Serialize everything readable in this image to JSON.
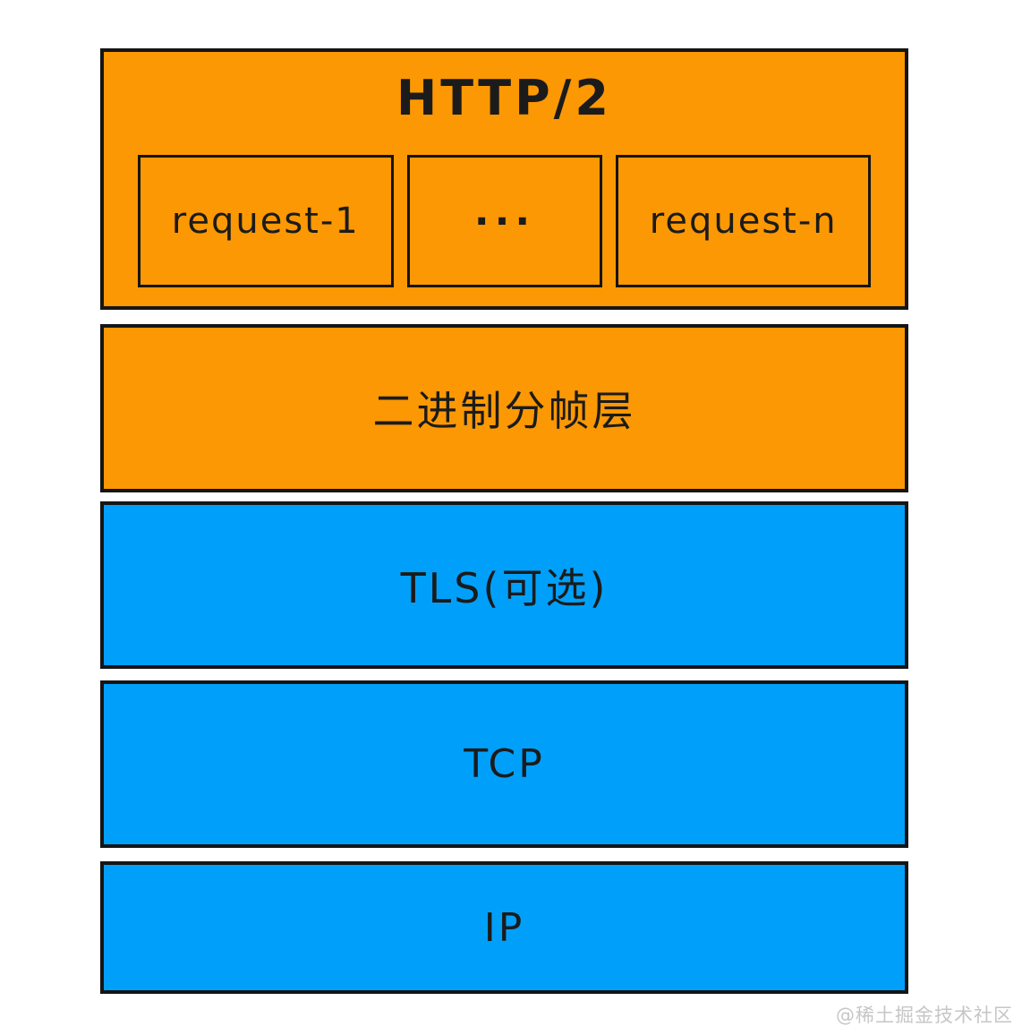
{
  "diagram": {
    "title": "HTTP/2",
    "requests": {
      "first": "request-1",
      "ellipsis": "···",
      "last": "request-n"
    },
    "layers": {
      "binary_framing": "二进制分帧层",
      "tls": "TLS(可选)",
      "tcp": "TCP",
      "ip": "IP"
    },
    "colors": {
      "orange": "#fb9803",
      "blue": "#00a0fa",
      "border": "#151515"
    },
    "watermark": "@稀土掘金技术社区"
  }
}
